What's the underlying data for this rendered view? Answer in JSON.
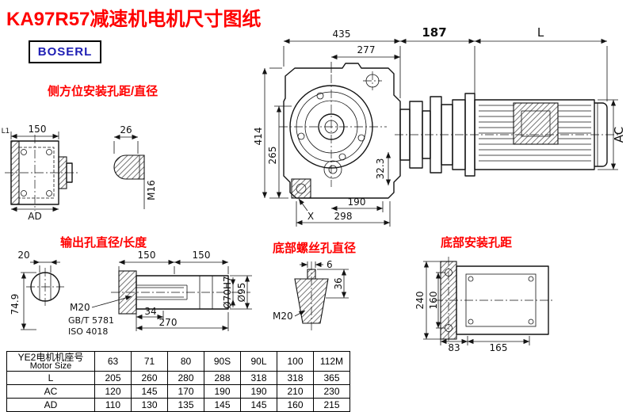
{
  "title": "KA97R57减速机电机尺寸图纸",
  "brand": "BOSERL",
  "labels": {
    "side_mount": "侧方位安装孔距/直径",
    "output_hole": "输出孔直径/长度",
    "bottom_screw": "底部螺丝孔直径",
    "bottom_mount": "底部安装孔距"
  },
  "colors": {
    "accent_red": "#ff0000",
    "brand_blue": "#1e1eb4",
    "line": "#141414"
  },
  "dims": {
    "main": {
      "d435": "435",
      "d277": "277",
      "d414": "414",
      "d265": "265",
      "d323": "32.3",
      "d190": "190",
      "d298": "298",
      "dX": "X"
    },
    "motor": {
      "d187": "187",
      "dL": "L",
      "dAC": "AC"
    },
    "side": {
      "l1": "L1",
      "d150": "150",
      "dAD": "AD",
      "d26": "26",
      "m16": "M16"
    },
    "output": {
      "d20": "20",
      "d150a": "150",
      "d150b": "150",
      "d749": "74.9",
      "m20": "M20",
      "std1": "GB/T 5781",
      "std2": "ISO 4018",
      "d34": "34",
      "d270": "270",
      "dia70": "Ø70H7",
      "dia95": "Ø95"
    },
    "screw": {
      "d6": "6",
      "d36": "36",
      "m20": "M20"
    },
    "bottom": {
      "d240": "240",
      "d160": "160",
      "d83": "83",
      "d165": "165"
    }
  },
  "table": {
    "header_cn": "YE2电机机座号",
    "header_en": "Motor Size",
    "sizes": [
      "63",
      "71",
      "80",
      "90S",
      "90L",
      "100",
      "112M"
    ],
    "rows": [
      {
        "label": "L",
        "values": [
          "205",
          "260",
          "280",
          "288",
          "318",
          "318",
          "365"
        ]
      },
      {
        "label": "AC",
        "values": [
          "120",
          "145",
          "170",
          "190",
          "190",
          "210",
          "230"
        ]
      },
      {
        "label": "AD",
        "values": [
          "110",
          "130",
          "135",
          "145",
          "145",
          "160",
          "215"
        ]
      }
    ]
  }
}
